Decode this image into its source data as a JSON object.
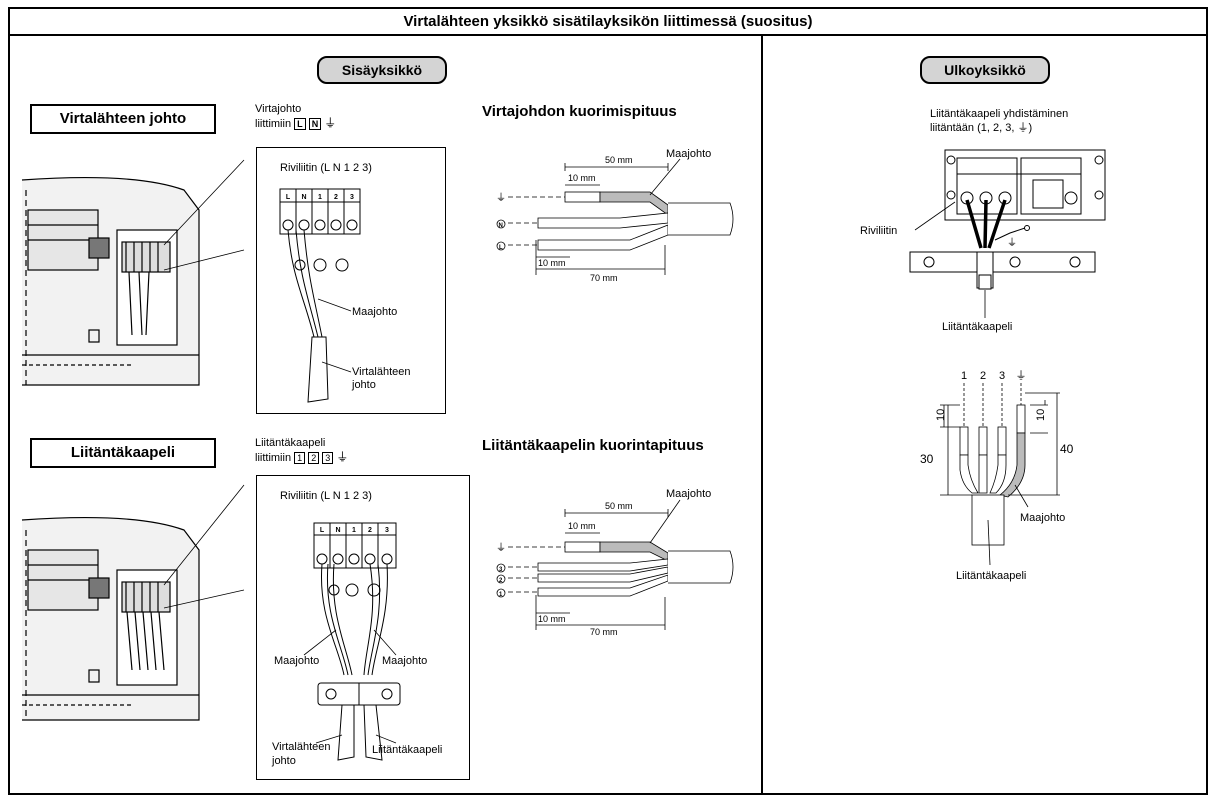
{
  "title": "Virtalähteen yksikkö sisätilayksikön liittimessä (suositus)",
  "indoor": {
    "header": "Sisäyksikkö",
    "power": {
      "label": "Virtalähteen johto",
      "connect_line1": "Virtajohto",
      "connect_line2": "liittimiin",
      "connect_terminals": [
        "L",
        "N"
      ],
      "terminal_block": "Riviliitin (L N 1 2 3)",
      "terminal_letters": [
        "L",
        "N",
        "1",
        "2",
        "3"
      ],
      "earth_wire": "Maajohto",
      "cable_line1": "Virtalähteen",
      "cable_line2": "johto",
      "strip_title": "Virtajohdon kuorimispituus",
      "strip_dims": {
        "total": "50 mm",
        "tip": "10 mm",
        "bottom": "10 mm",
        "overall": "70 mm"
      },
      "strip_earth": "Maajohto",
      "strip_wires": [
        "N",
        "L"
      ]
    },
    "connecting": {
      "label": "Liitäntäkaapeli",
      "connect_line1": "Liitäntäkaapeli",
      "connect_line2": "liittimiin",
      "connect_terminals": [
        "1",
        "2",
        "3"
      ],
      "terminal_block": "Riviliitin (L N 1 2 3)",
      "terminal_letters": [
        "L",
        "N",
        "1",
        "2",
        "3"
      ],
      "earth_left": "Maajohto",
      "earth_right": "Maajohto",
      "cable_left_line1": "Virtalähteen",
      "cable_left_line2": "johto",
      "cable_right": "Liitäntäkaapeli",
      "strip_title": "Liitäntäkaapelin kuorintapituus",
      "strip_dims": {
        "total": "50 mm",
        "tip": "10 mm",
        "bottom": "10 mm",
        "overall": "70 mm"
      },
      "strip_earth": "Maajohto",
      "strip_wires": [
        "3",
        "2",
        "1"
      ]
    }
  },
  "outdoor": {
    "header": "Ulkoyksikkö",
    "connect_line1": "Liitäntäkaapeli yhdistäminen",
    "connect_line2": "liitäntään (1, 2, 3, ⏚)",
    "terminal_block": "Riviliitin",
    "cable": "Liitäntäkaapeli",
    "wire_numbers": [
      "1",
      "2",
      "3",
      "⏚"
    ],
    "dim_top": "10",
    "dim_left_small": "10",
    "dim_left": "30",
    "dim_right": "40",
    "earth_wire": "Maajohto",
    "cable_bottom": "Liitäntäkaapeli"
  }
}
